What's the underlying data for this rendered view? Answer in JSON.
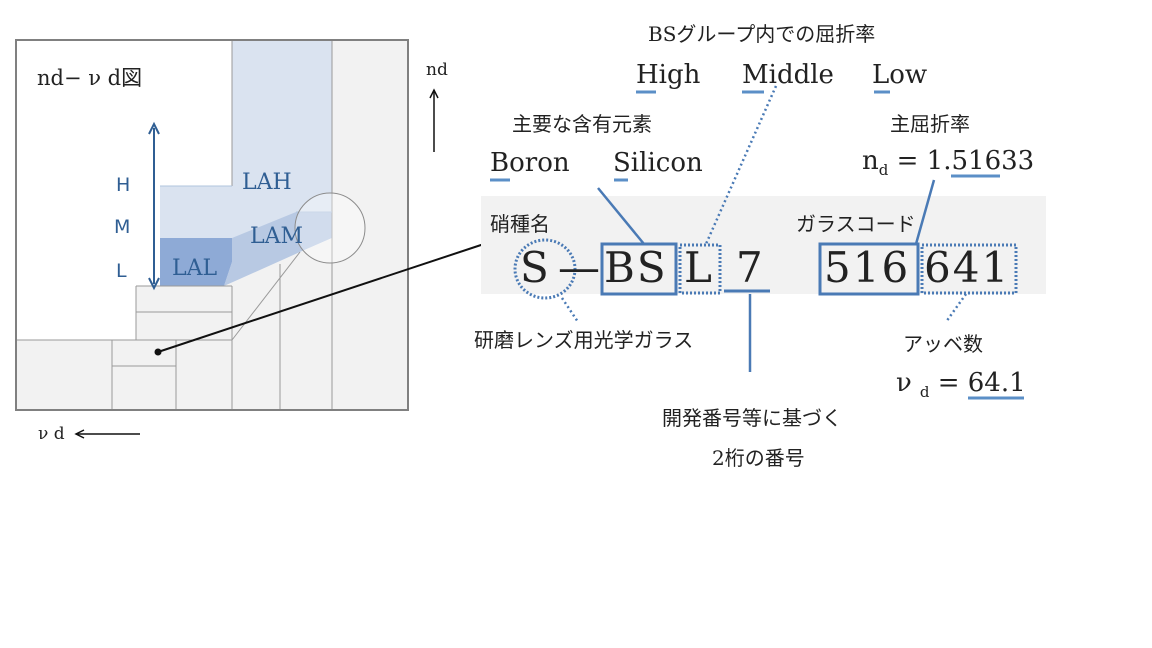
{
  "chart": {
    "title": "nd− ν d図",
    "axis_y": "nd",
    "axis_x": "ν d",
    "level_l": "L",
    "level_m": "M",
    "level_h": "H",
    "region_lah": "LAH",
    "region_lam": "LAM",
    "region_lal": "LAL"
  },
  "naming": {
    "refractive_group_title": "BSグループ内での屈折率",
    "high": "High",
    "middle": "Middle",
    "low": "Low",
    "element_title": "主要な含有元素",
    "boron": "Boron",
    "silicon": "Silicon",
    "main_index_title": "主屈折率",
    "nd_label": "n",
    "nd_sub": "d",
    "nd_value": "= 1.51633",
    "glass_type_label": "硝種名",
    "glass_code_label": "ガラスコード",
    "name_s": "S",
    "name_dash": "—",
    "name_bs": "BS",
    "name_l": "L",
    "name_7": "7",
    "code_516": "516",
    "code_641": "641",
    "optical_glass": "研磨レンズ用光学ガラス",
    "dev_number_line1": "開発番号等に基づく",
    "dev_number_line2": "2桁の番号",
    "abbe_title": "アッベ数",
    "vd_label": "ν",
    "vd_sub": "d",
    "vd_value": "= 64.1"
  },
  "colors": {
    "accent": "#2f5e93",
    "box_line": "#4a7ab5",
    "region_light": "#dae3f0",
    "region_mid": "#b8c9e3",
    "region_dark": "#8eaad6",
    "band_bg": "#f2f2f2"
  }
}
